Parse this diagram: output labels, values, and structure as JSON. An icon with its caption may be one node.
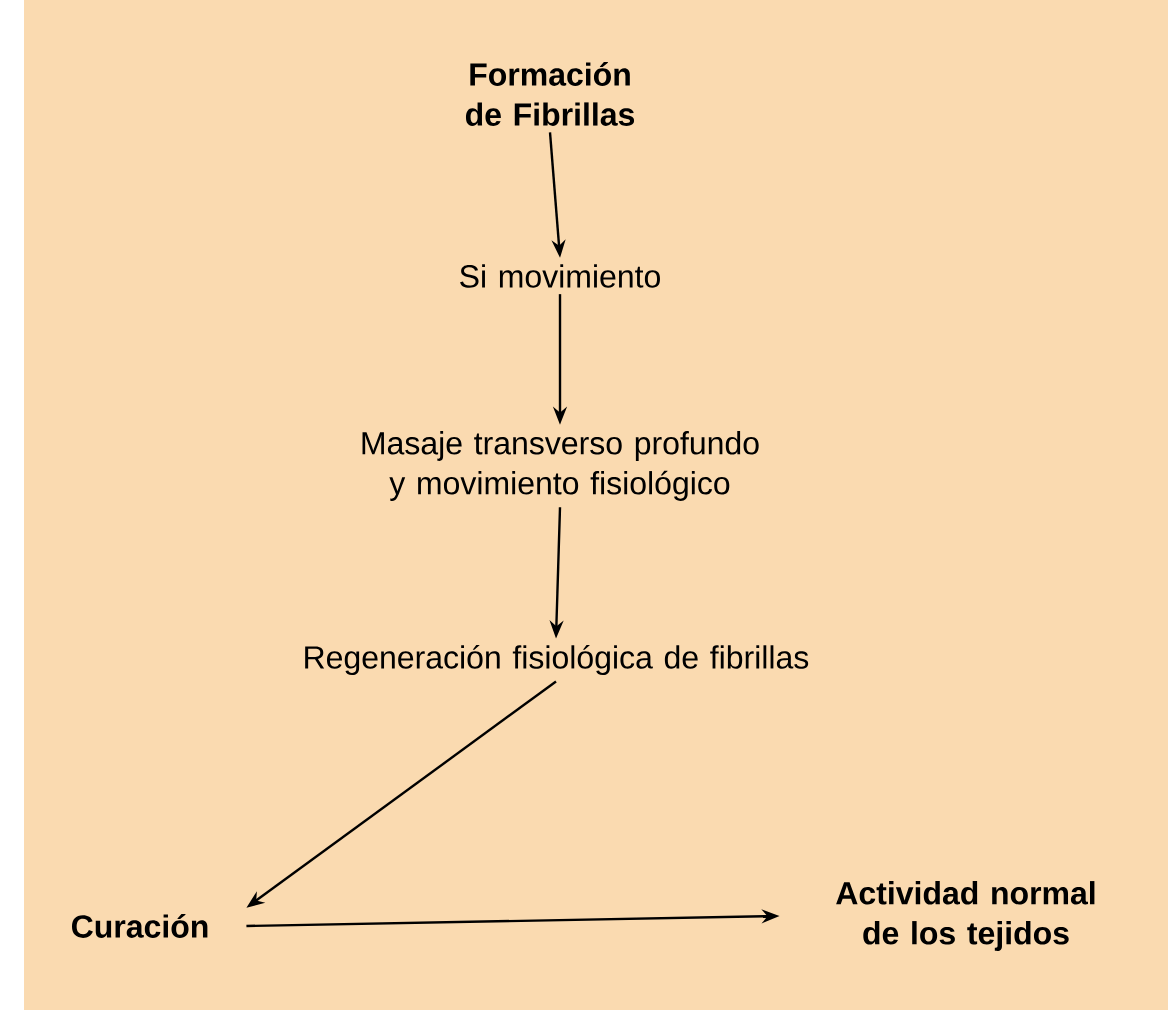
{
  "diagram": {
    "nodes": [
      {
        "text": [
          "Formación de Fibrillas"
        ]
      },
      {
        "text": [
          "Si movimiento"
        ]
      },
      {
        "text": [
          "Masaje transverso profundo y movimiento fisiológico"
        ]
      },
      {
        "text": [
          "Regeneración fisiológica de fibrillas"
        ]
      },
      {
        "text": [
          "Curación"
        ]
      },
      {
        "text": [
          "Actividad normal de los tejidos"
        ]
      }
    ],
    "edges": [
      {
        "from": 0,
        "to": 1,
        "arrow": "to"
      },
      {
        "from": 1,
        "to": 2,
        "arrow": "to"
      },
      {
        "from": 2,
        "to": 3,
        "arrow": "to"
      },
      {
        "from": 3,
        "to": 4,
        "arrow": "to"
      },
      {
        "from": 4,
        "to": 5,
        "arrow": "to"
      }
    ]
  }
}
